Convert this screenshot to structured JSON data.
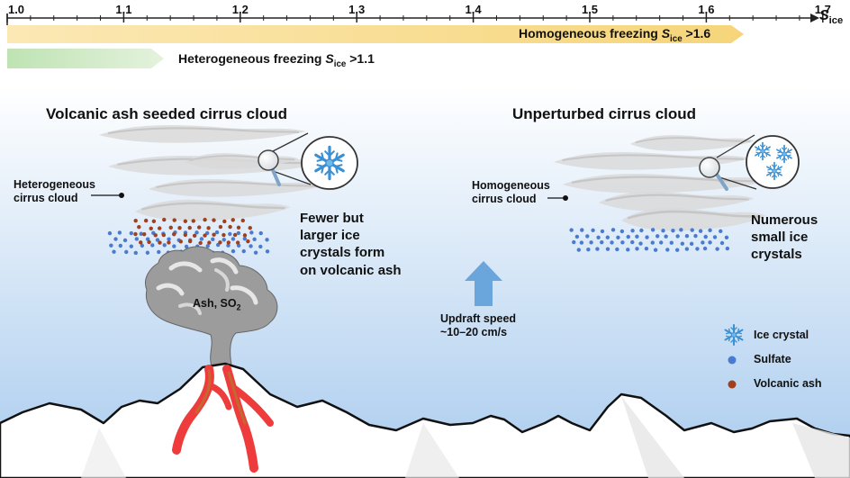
{
  "scale": {
    "ticks": [
      "1.0",
      "1.1",
      "1.2",
      "1.3",
      "1.4",
      "1.5",
      "1.6",
      "1.7"
    ],
    "axis_symbol": "S",
    "axis_subscript": "ice"
  },
  "bars": {
    "homogeneous": {
      "text_before": "Homogeneous freezing ",
      "symbol": "S",
      "subscript": "ice",
      "text_after": " >1.6",
      "color": "#f8dc8c"
    },
    "heterogeneous": {
      "text_before": "Heterogeneous freezing ",
      "symbol": "S",
      "subscript": "ice",
      "text_after": " >1.1",
      "color": "#cde8c3"
    }
  },
  "left_panel": {
    "title": "Volcanic ash seeded cirrus cloud",
    "cloud_label": [
      "Heterogeneous",
      "cirrus cloud"
    ],
    "crystal_note": [
      "Fewer but",
      "larger ice",
      "crystals form",
      "on volcanic ash"
    ],
    "plume_label_before": "Ash, SO",
    "plume_label_sub": "2"
  },
  "right_panel": {
    "title": "Unperturbed cirrus cloud",
    "cloud_label": [
      "Homogeneous",
      "cirrus cloud"
    ],
    "crystal_note": [
      "Numerous",
      "small ice",
      "crystals"
    ]
  },
  "updraft": {
    "lines": [
      "Updraft speed",
      "~10–20 cm/s"
    ],
    "color": "#6aa5dc"
  },
  "legend": {
    "ice_crystal": "Ice crystal",
    "sulfate": "Sulfate",
    "volcanic_ash": "Volcanic ash"
  },
  "colors": {
    "sky_top": "#ffffff",
    "sky_bottom": "#a9cbee",
    "sulfate": "#4a7bd0",
    "ash": "#a0401c",
    "lava": "#ee3b3b",
    "plume": "#9c9c9c",
    "ice": "#3b8fd3"
  }
}
